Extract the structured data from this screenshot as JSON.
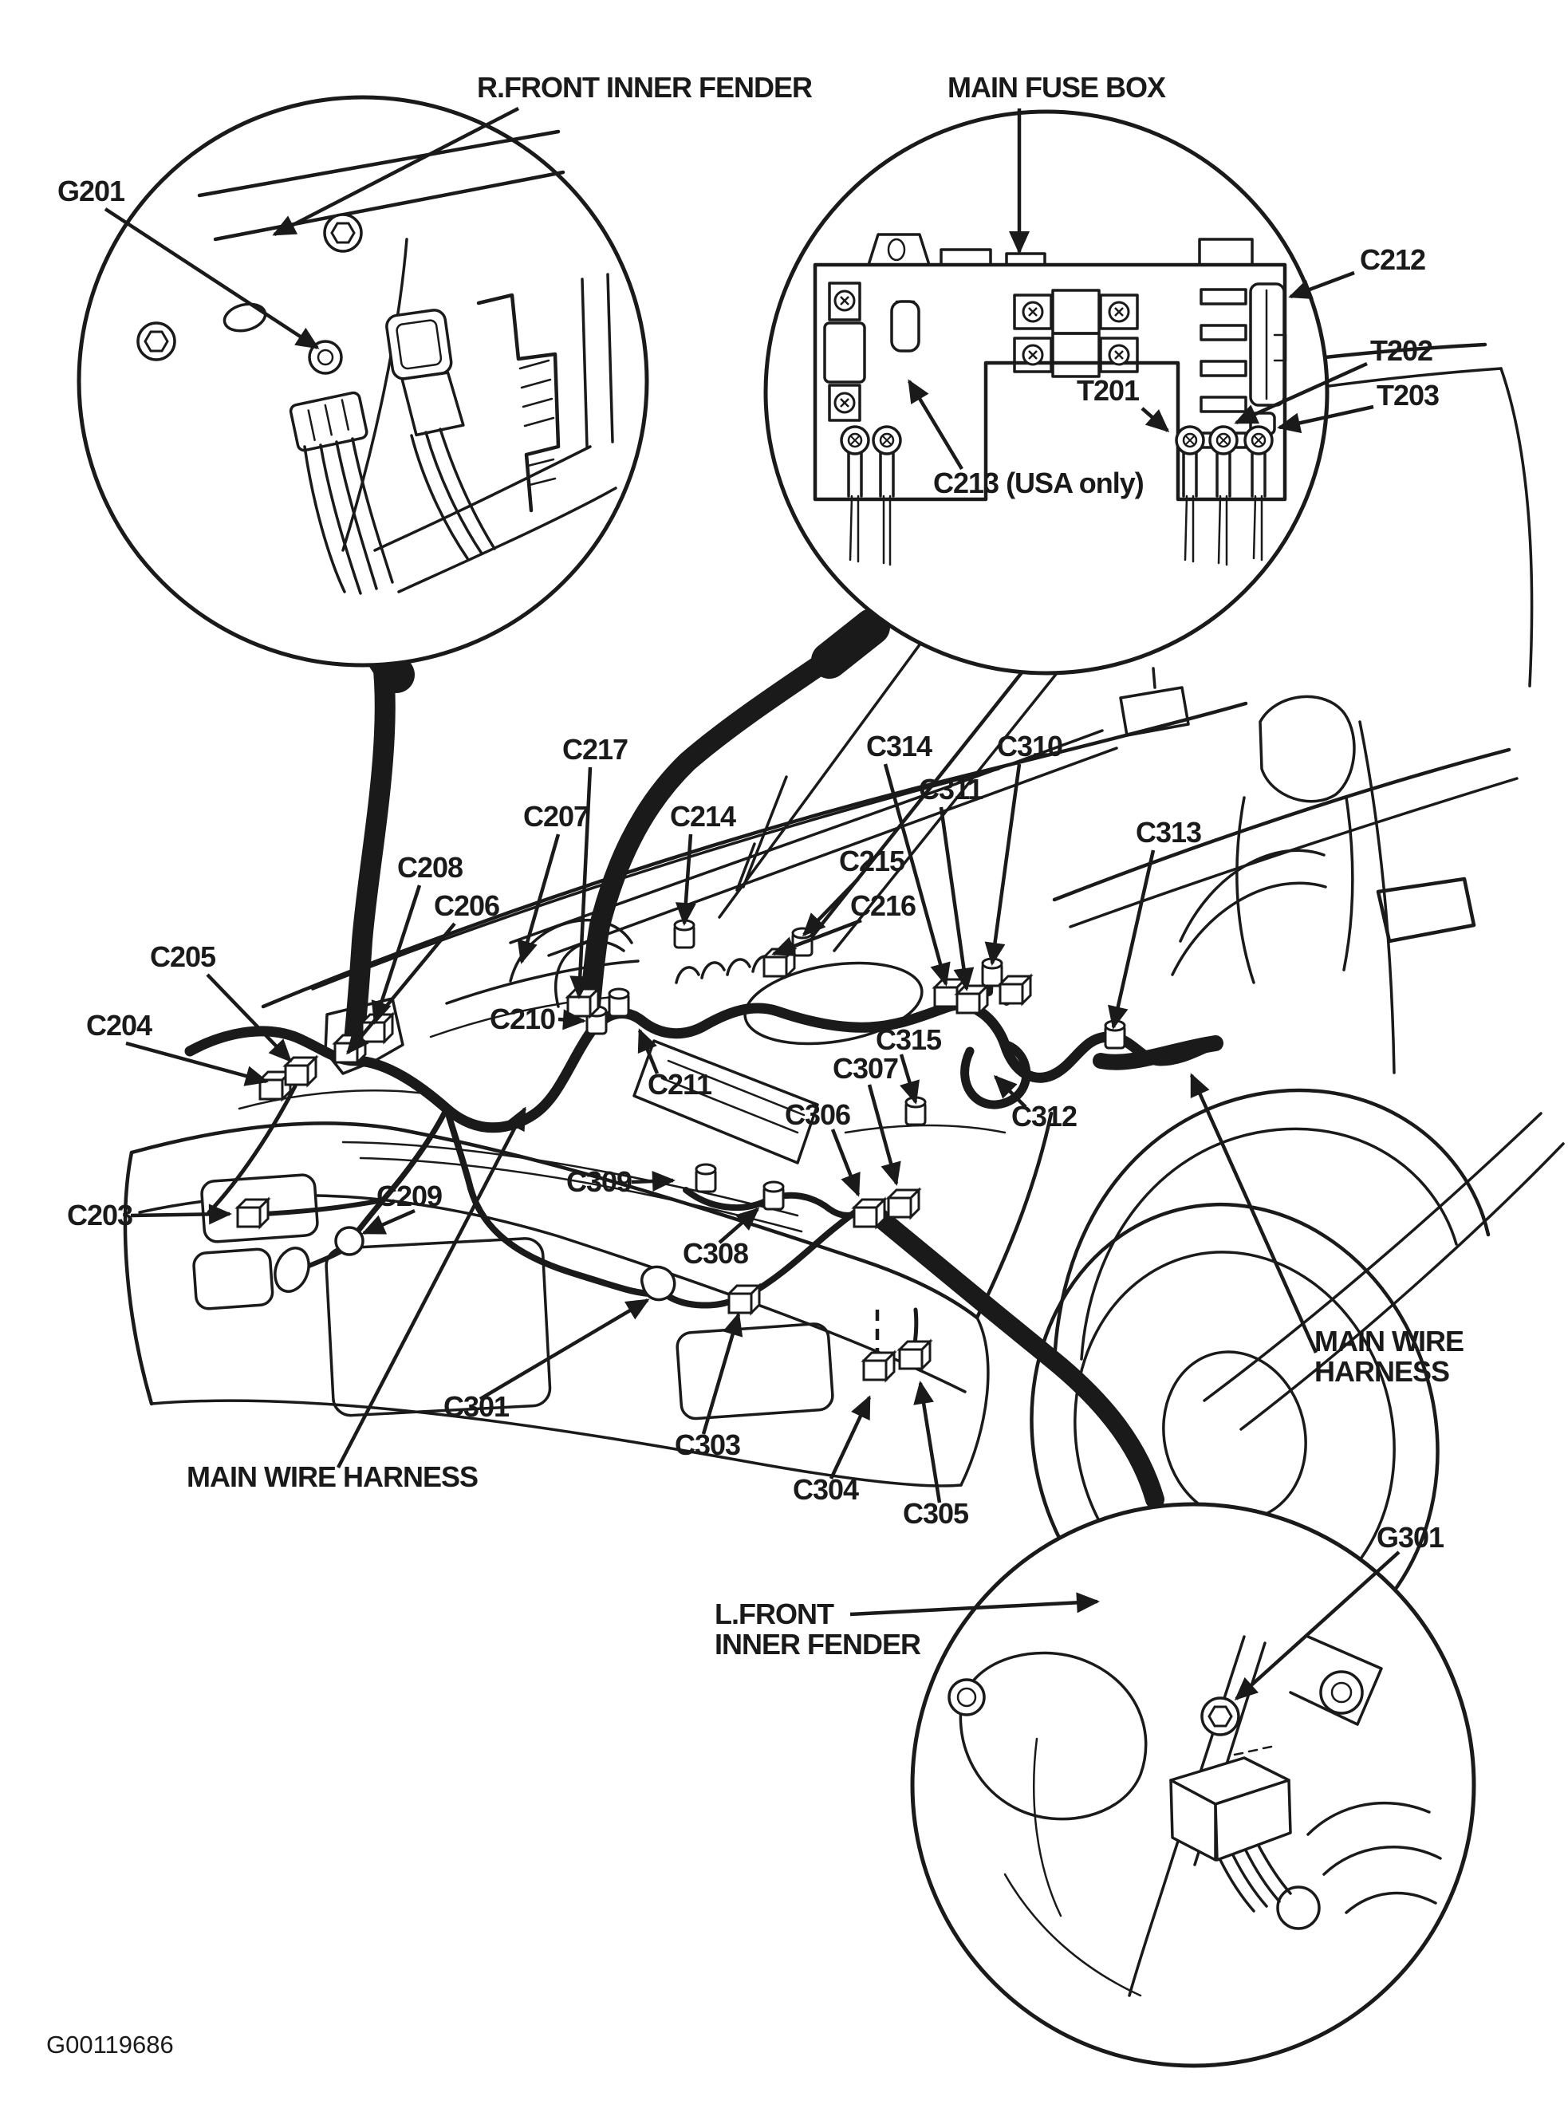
{
  "doc": {
    "kind": "connector-location wiring diagram",
    "figure_id": "G00119686",
    "background": "#ffffff",
    "ink": "#1a1a1a"
  },
  "insets": {
    "right_front_inner_fender": {
      "title": "R.FRONT INNER FENDER",
      "ground": "G201"
    },
    "main_fuse_box": {
      "title": "MAIN FUSE BOX",
      "connector": "C212",
      "usa_only": "C213 (USA only)",
      "terminals": [
        "T201",
        "T202",
        "T203"
      ]
    },
    "left_front_inner_fender": {
      "title_line1": "L.FRONT",
      "title_line2": "INNER FENDER",
      "ground": "G301"
    }
  },
  "harness": {
    "label_left": "MAIN WIRE HARNESS",
    "label_right_line1": "MAIN WIRE",
    "label_right_line2": "HARNESS"
  },
  "labels": {
    "g201": {
      "text": "G201"
    },
    "rfif": {
      "text": "R.FRONT INNER FENDER"
    },
    "mfb": {
      "text": "MAIN FUSE BOX"
    },
    "c212": {
      "text": "C212"
    },
    "t201": {
      "text": "T201"
    },
    "t202": {
      "text": "T202"
    },
    "t203": {
      "text": "T203"
    },
    "c213": {
      "text": "C213 (USA only)"
    },
    "c217": {
      "text": "C217"
    },
    "c207": {
      "text": "C207"
    },
    "c214": {
      "text": "C214"
    },
    "c314": {
      "text": "C314"
    },
    "c310": {
      "text": "C310"
    },
    "c311": {
      "text": "C311"
    },
    "c313": {
      "text": "C313"
    },
    "c215": {
      "text": "C215"
    },
    "c216": {
      "text": "C216"
    },
    "c208": {
      "text": "C208"
    },
    "c206": {
      "text": "C206"
    },
    "c205": {
      "text": "C205"
    },
    "c204": {
      "text": "C204"
    },
    "c210": {
      "text": "C210"
    },
    "c211": {
      "text": "C211"
    },
    "c315": {
      "text": "C315"
    },
    "c307": {
      "text": "C307"
    },
    "c306": {
      "text": "C306"
    },
    "c312": {
      "text": "C312"
    },
    "c203": {
      "text": "C203"
    },
    "c209": {
      "text": "C209"
    },
    "c309": {
      "text": "C309"
    },
    "c308": {
      "text": "C308"
    },
    "c301": {
      "text": "C301"
    },
    "c303": {
      "text": "C303"
    },
    "c304": {
      "text": "C304"
    },
    "c305": {
      "text": "C305"
    },
    "mwh_left": {
      "text": "MAIN WIRE HARNESS"
    },
    "mwh_r1": {
      "text": "MAIN WIRE"
    },
    "mwh_r2": {
      "text": "HARNESS"
    },
    "g301": {
      "text": "G301"
    },
    "lfif1": {
      "text": "L.FRONT"
    },
    "lfif2": {
      "text": "INNER FENDER"
    },
    "figid": {
      "text": "G00119686"
    }
  }
}
